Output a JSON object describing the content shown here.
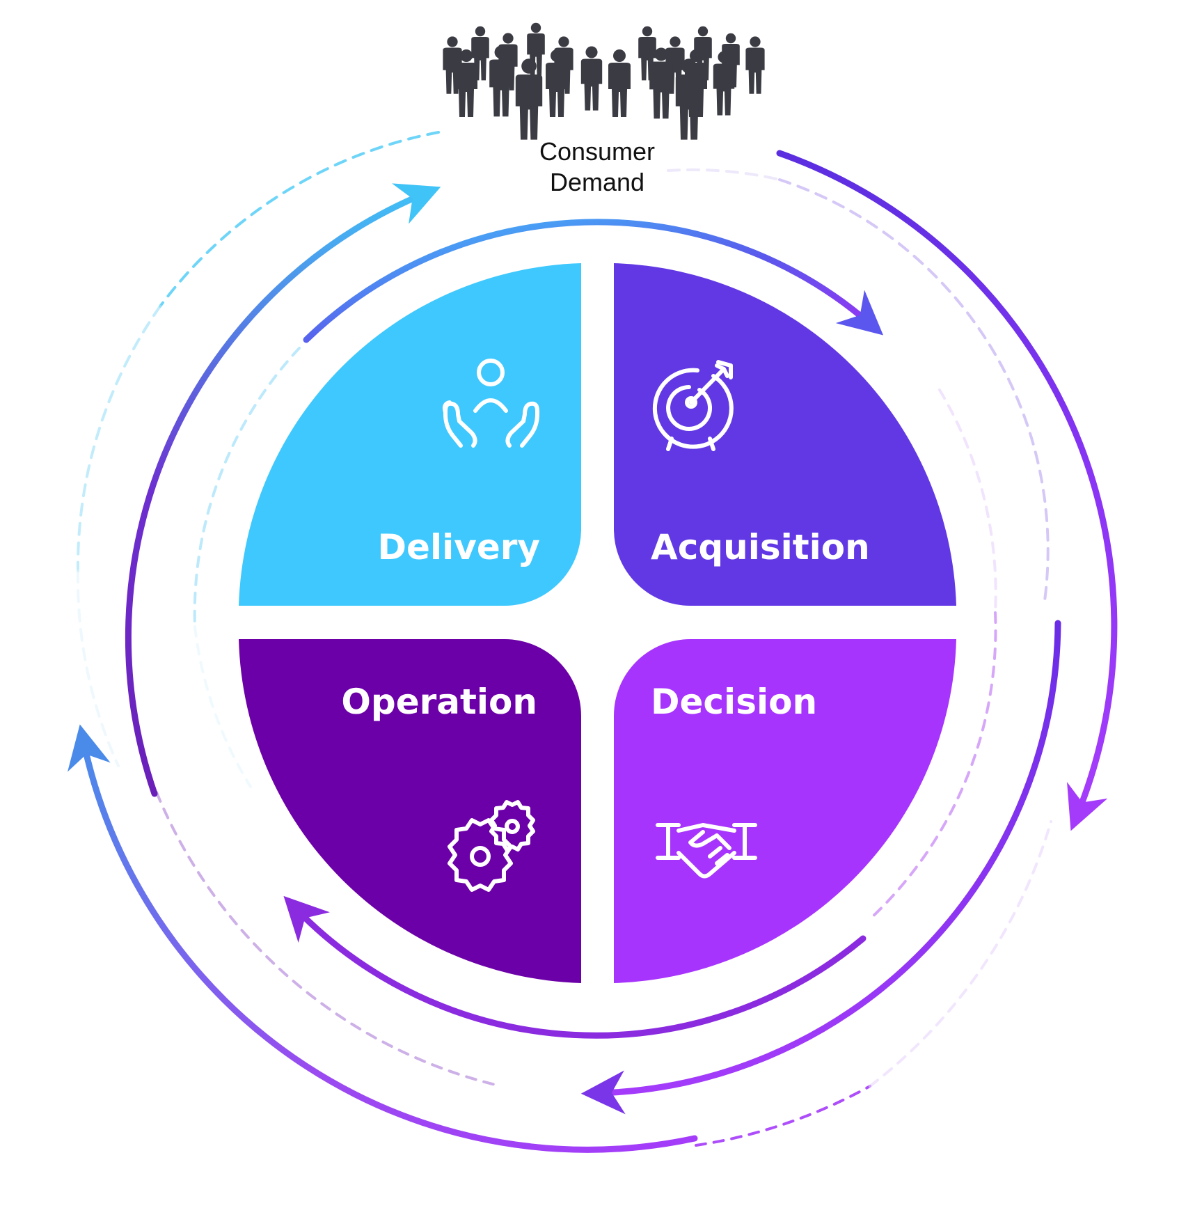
{
  "header": {
    "title_line1": "Consumer",
    "title_line2": "Demand",
    "icon": "crowd-icon"
  },
  "quadrants": [
    {
      "id": "delivery",
      "label": "Delivery",
      "icon": "hands-person-icon",
      "color": "#3EC8FD"
    },
    {
      "id": "acquisition",
      "label": "Acquisition",
      "icon": "target-arrow-icon",
      "color": "#6238E5"
    },
    {
      "id": "operation",
      "label": "Operation",
      "icon": "gears-icon",
      "color": "#6C00A8"
    },
    {
      "id": "decision",
      "label": "Decision",
      "icon": "handshake-icon",
      "color": "#A734FC"
    }
  ],
  "colors": {
    "cyan": "#40C3F7",
    "blue": "#5B7CF0",
    "indigo": "#5E2BE2",
    "violet": "#8B2BE0",
    "purple": "#A43BFA",
    "crowd": "#3b3b44"
  }
}
